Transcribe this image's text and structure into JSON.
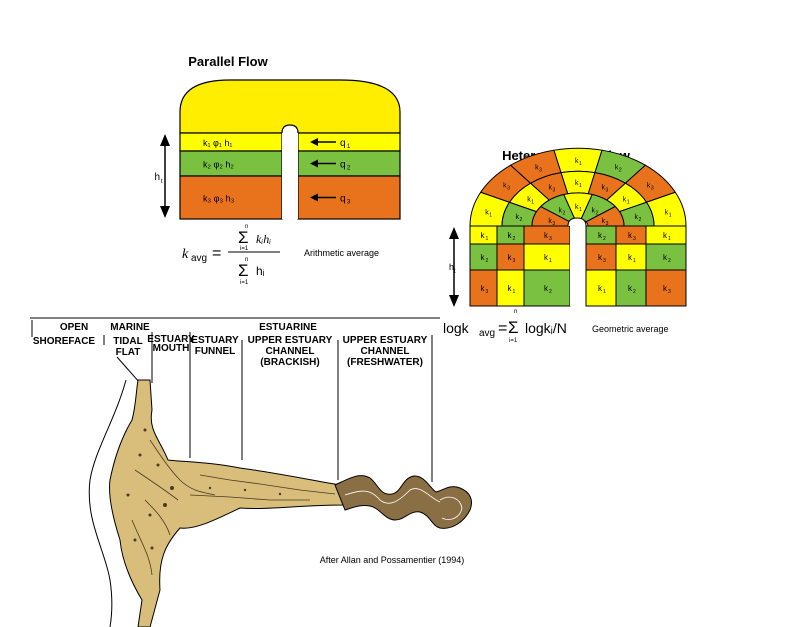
{
  "parallel": {
    "title": "Parallel Flow",
    "side_label": "h",
    "side_sub": "t",
    "layers": [
      {
        "label": "k₁ φ₁ h₁",
        "flow": "q",
        "flow_sub": "1",
        "color": "#ffff00"
      },
      {
        "label": "k₂ φ₂ h₂",
        "flow": "q",
        "flow_sub": "2",
        "color": "#7ac142"
      },
      {
        "label": "k₃ φ₃ h₃",
        "flow": "q",
        "flow_sub": "3",
        "color": "#e8731c"
      }
    ],
    "dome_color": "#ffee00",
    "formula_lhs": "k",
    "formula_lhs_sub": "avg",
    "formula_eq": "=",
    "formula_top": "kᵢhᵢ",
    "formula_bottom": "hᵢ",
    "sum_upper": "n",
    "sum_lower": "i=1",
    "caption": "Arithmetic average"
  },
  "heterogeneous": {
    "title": "Heterogeneous Flow",
    "side_label": "h",
    "side_sub": "t",
    "formula_lhs": "logk",
    "formula_lhs_sub": "avg",
    "formula_eq": "=",
    "formula_rhs": "logkᵢ/N",
    "sum_upper": "n",
    "sum_lower": "i=1",
    "caption": "Geometric average",
    "colors": {
      "k1": "#ffff00",
      "k2": "#7ac142",
      "k3": "#e8731c"
    },
    "grid_left": [
      [
        "k1",
        "k2",
        "k3"
      ],
      [
        "k2",
        "k3",
        "k1"
      ],
      [
        "k3",
        "k1",
        "k2"
      ]
    ],
    "grid_right": [
      [
        "k2",
        "k3",
        "k1"
      ],
      [
        "k3",
        "k1",
        "k2"
      ],
      [
        "k1",
        "k2",
        "k3"
      ]
    ],
    "arch_outer": [
      "k1",
      "k3",
      "k3",
      "k1",
      "k2",
      "k3",
      "k1"
    ],
    "arch_middle": [
      "k2",
      "k1",
      "k3",
      "k1",
      "k3",
      "k1",
      "k2"
    ],
    "arch_inner": [
      "k3",
      "k2",
      "k1",
      "k2",
      "k3"
    ]
  },
  "estuary": {
    "headings": {
      "open": "OPEN",
      "marine": "MARINE",
      "estuarine": "ESTUARINE"
    },
    "zones": {
      "shoreface": "SHOREFACE",
      "tidal_flat": [
        "TIDAL",
        "FLAT"
      ],
      "estuary_mouth": [
        "ESTUARY",
        "MOUTH"
      ],
      "estuary_funnel": [
        "ESTUARY",
        "FUNNEL"
      ],
      "upper_brackish": [
        "UPPER ESTUARY",
        "CHANNEL",
        "(BRACKISH)"
      ],
      "upper_fresh": [
        "UPPER ESTUARY",
        "CHANNEL",
        "(FRESHWATER)"
      ]
    },
    "credit": "After Allan and Possamentier (1994)",
    "colors": {
      "sand": "#d9bd7a",
      "mud": "#b69a5f",
      "channel": "#8a6f44"
    }
  }
}
